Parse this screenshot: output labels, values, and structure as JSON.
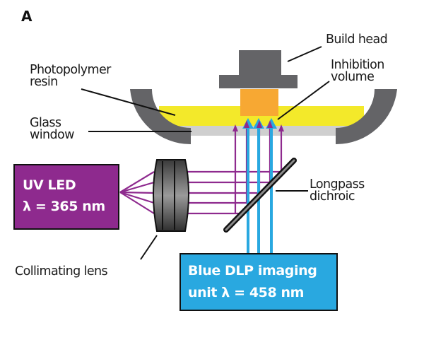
{
  "panel_label": "A",
  "labels": {
    "build_head": "Build head",
    "inhibition_volume": [
      "Inhibition",
      "volume"
    ],
    "photopolymer_resin": [
      "Photopolymer",
      "resin"
    ],
    "glass_window": [
      "Glass",
      "window"
    ],
    "longpass_dichroic": [
      "Longpass",
      "dichroic"
    ],
    "collimating_lens": "Collimating lens"
  },
  "uv_led": {
    "line1": "UV LED",
    "line2": "λ = 365 nm"
  },
  "blue_dlp": {
    "line1": "Blue DLP imaging",
    "line2": "unit λ = 458 nm"
  },
  "colors": {
    "uv_purple": "#8e2a8e",
    "blue": "#29a8e0",
    "resin_yellow": "#f3e92a",
    "glass_gray": "#cfcfcf",
    "housing_gray": "#646467",
    "part_orange": "#f7a833"
  }
}
